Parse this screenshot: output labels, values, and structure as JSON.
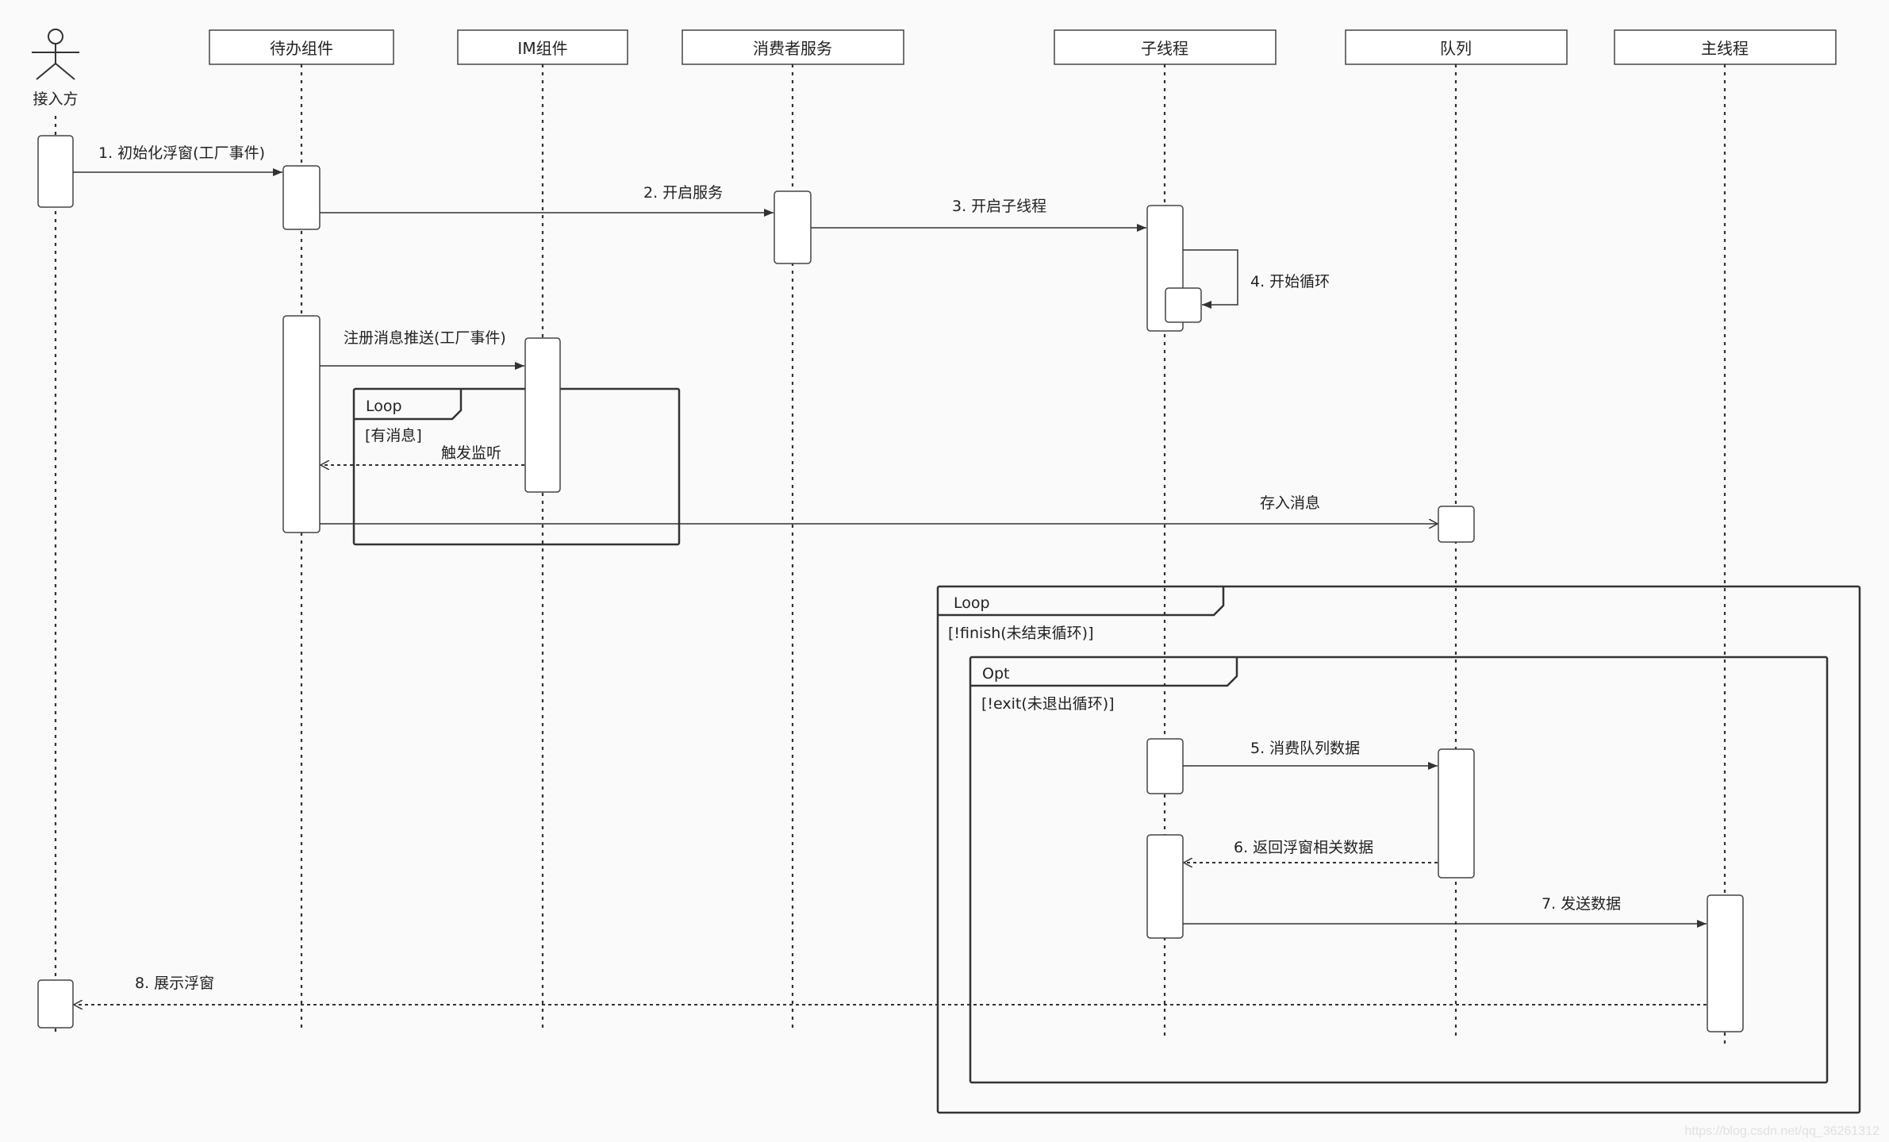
{
  "actor": {
    "name": "接入方"
  },
  "participants": [
    {
      "key": "todo",
      "name": "待办组件"
    },
    {
      "key": "im",
      "name": "IM组件"
    },
    {
      "key": "consumer",
      "name": "消费者服务"
    },
    {
      "key": "subthread",
      "name": "子线程"
    },
    {
      "key": "queue",
      "name": "队列"
    },
    {
      "key": "main",
      "name": "主线程"
    }
  ],
  "messages": {
    "m1": "1. 初始化浮窗(工厂事件)",
    "m2": "2. 开启服务",
    "m3": "3. 开启子线程",
    "m4": "4. 开始循环",
    "reg": "注册消息推送(工厂事件)",
    "trigger": "触发监听",
    "store": "存入消息",
    "m5": "5. 消费队列数据",
    "m6": "6. 返回浮窗相关数据",
    "m7": "7. 发送数据",
    "m8": "8. 展示浮窗"
  },
  "fragments": {
    "loop1": {
      "type": "Loop",
      "guard": "[有消息]"
    },
    "loop2": {
      "type": "Loop",
      "guard": "[!finish(未结束循环)]"
    },
    "opt": {
      "type": "Opt",
      "guard": "[!exit(未退出循环)]"
    }
  },
  "watermark": "https://blog.csdn.net/qq_36261312"
}
